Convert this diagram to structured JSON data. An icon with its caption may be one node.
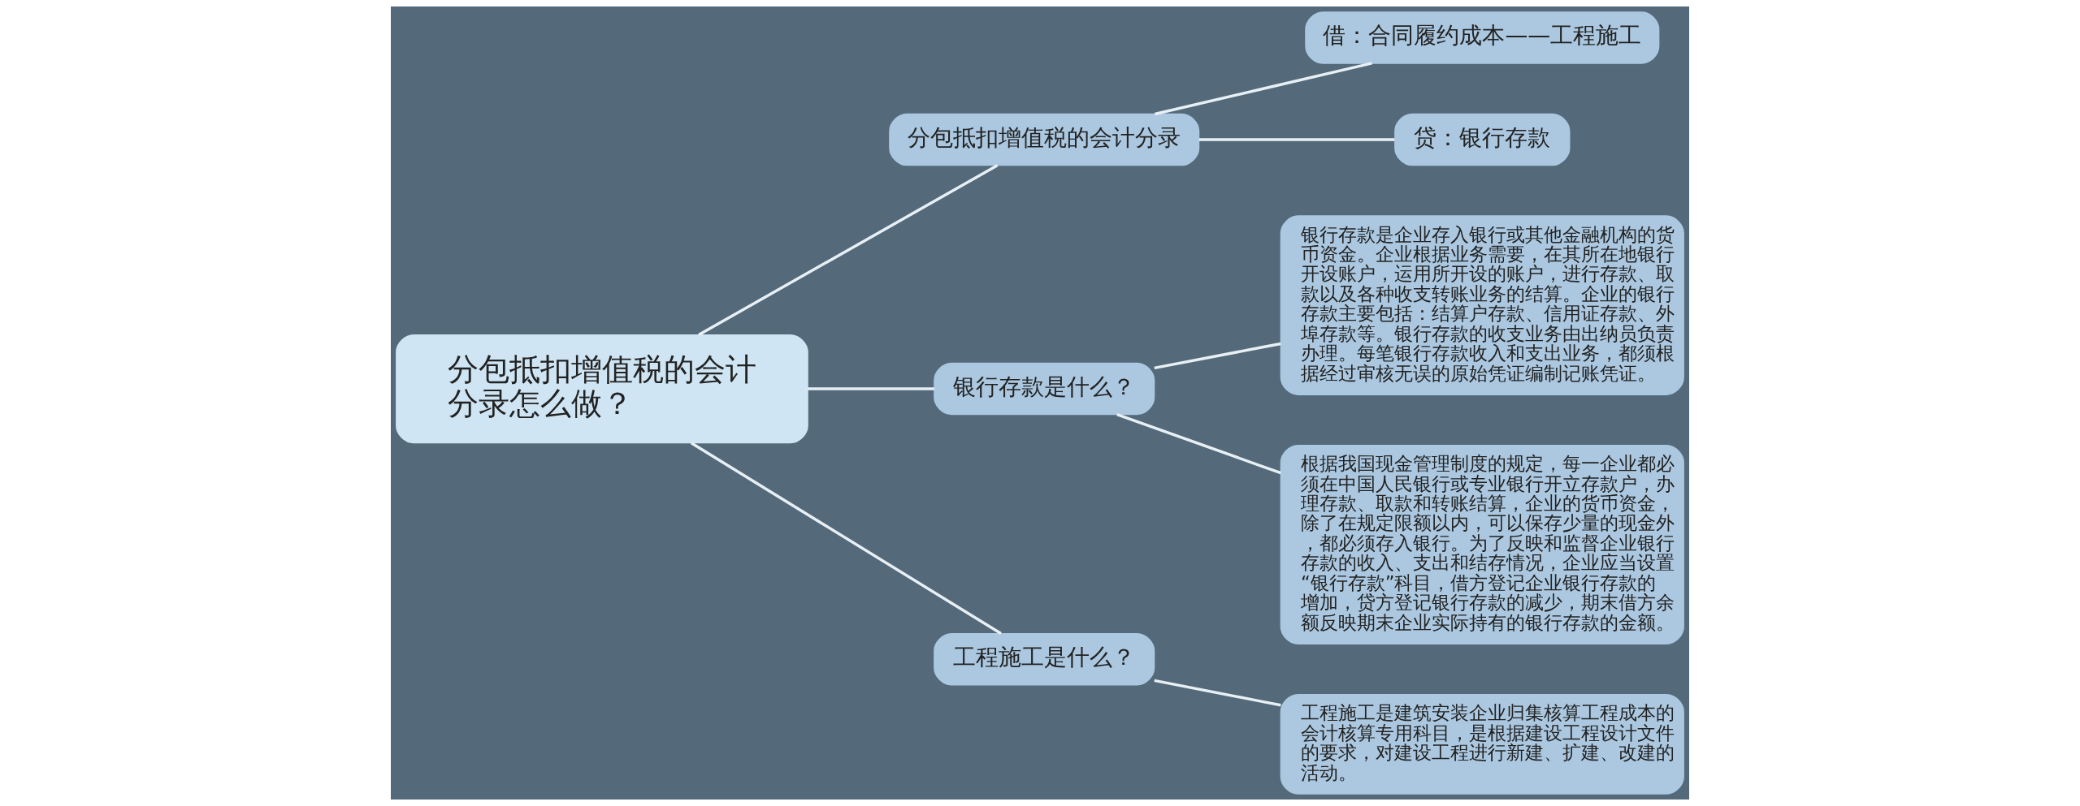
{
  "diagram": {
    "nodes": [
      {
        "text": [
          "分包抵扣增值税的会计分录怎么做？"
        ]
      },
      {
        "text": [
          "分包抵扣增值税的会计分录"
        ]
      },
      {
        "text": [
          "借：合同履约成本——工程施工"
        ]
      },
      {
        "text": [
          "贷：银行存款"
        ]
      },
      {
        "text": [
          "银行存款是什么？"
        ]
      },
      {
        "text": [
          "银行存款是企业存入银行或其他金融机构的货币资金。企业根据业务需要，在其所在地银行开设账户，运用所开设的账户，进行存款、取款以及各种收支转账业务的结算。企业的银行存款主要包括：结算户存款、信用证存款、外埠存款等。银行存款的收支业务由出纳员负责办理。每笔银行存款收入和支出业务，都须根据经过审核无误的原始凭证编制记账凭证。"
        ]
      },
      {
        "text": [
          "根据我国现金管理制度的规定，每一企业都必须在中国人民银行或专业银行开立存款户，办理存款、取款和转账结算，企业的货币资金，除了在规定限额以内，可以保存少量的现金外，都必须存入银行。为了反映和监督企业银行存款的收入、支出和结存情况，企业应当设置“银行存款”科目，借方登记企业银行存款的增加，贷方登记银行存款的减少，期末借方余额反映期末企业实际持有的银行存款的金额。"
        ]
      },
      {
        "text": [
          "工程施工是什么？"
        ]
      },
      {
        "text": [
          "工程施工是建筑安装企业归集核算工程成本的会计核算专用科目，是根据建设工程设计文件的要求，对建设工程进行新建、扩建、改建的活动。"
        ]
      }
    ],
    "edges": [
      {
        "from": 0,
        "to": 1,
        "arrow": "none"
      },
      {
        "from": 1,
        "to": 2,
        "arrow": "none"
      },
      {
        "from": 1,
        "to": 3,
        "arrow": "none"
      },
      {
        "from": 0,
        "to": 4,
        "arrow": "none"
      },
      {
        "from": 4,
        "to": 5,
        "arrow": "none"
      },
      {
        "from": 4,
        "to": 6,
        "arrow": "none"
      },
      {
        "from": 0,
        "to": 7,
        "arrow": "none"
      },
      {
        "from": 7,
        "to": 8,
        "arrow": "none"
      }
    ]
  }
}
